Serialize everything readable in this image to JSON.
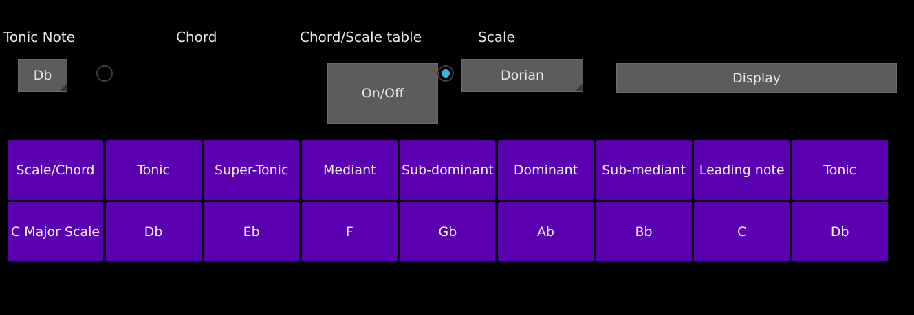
{
  "labels": {
    "tonic_note": "Tonic Note",
    "chord": "Chord",
    "chord_scale_table": "Chord/Scale table",
    "scale": "Scale"
  },
  "controls": {
    "tonic_value": "Db",
    "onoff_label": "On/Off",
    "scale_value": "Dorian",
    "display_label": "Display",
    "chord_radio_selected": false,
    "scale_radio_selected": true
  },
  "table": {
    "headers": [
      "Scale/Chord",
      "Tonic",
      "Super-Tonic",
      "Mediant",
      "Sub-dominant",
      "Dominant",
      "Sub-mediant",
      "Leading note",
      "Tonic"
    ],
    "rows": [
      [
        "C Major Scale",
        "Db",
        "Eb",
        "F",
        "Gb",
        "Ab",
        "Bb",
        "C",
        "Db"
      ]
    ]
  },
  "colors": {
    "background": "#000000",
    "cell": "#5a00b0",
    "button": "#5c5c5c",
    "radio_accent": "#33b5e5"
  }
}
